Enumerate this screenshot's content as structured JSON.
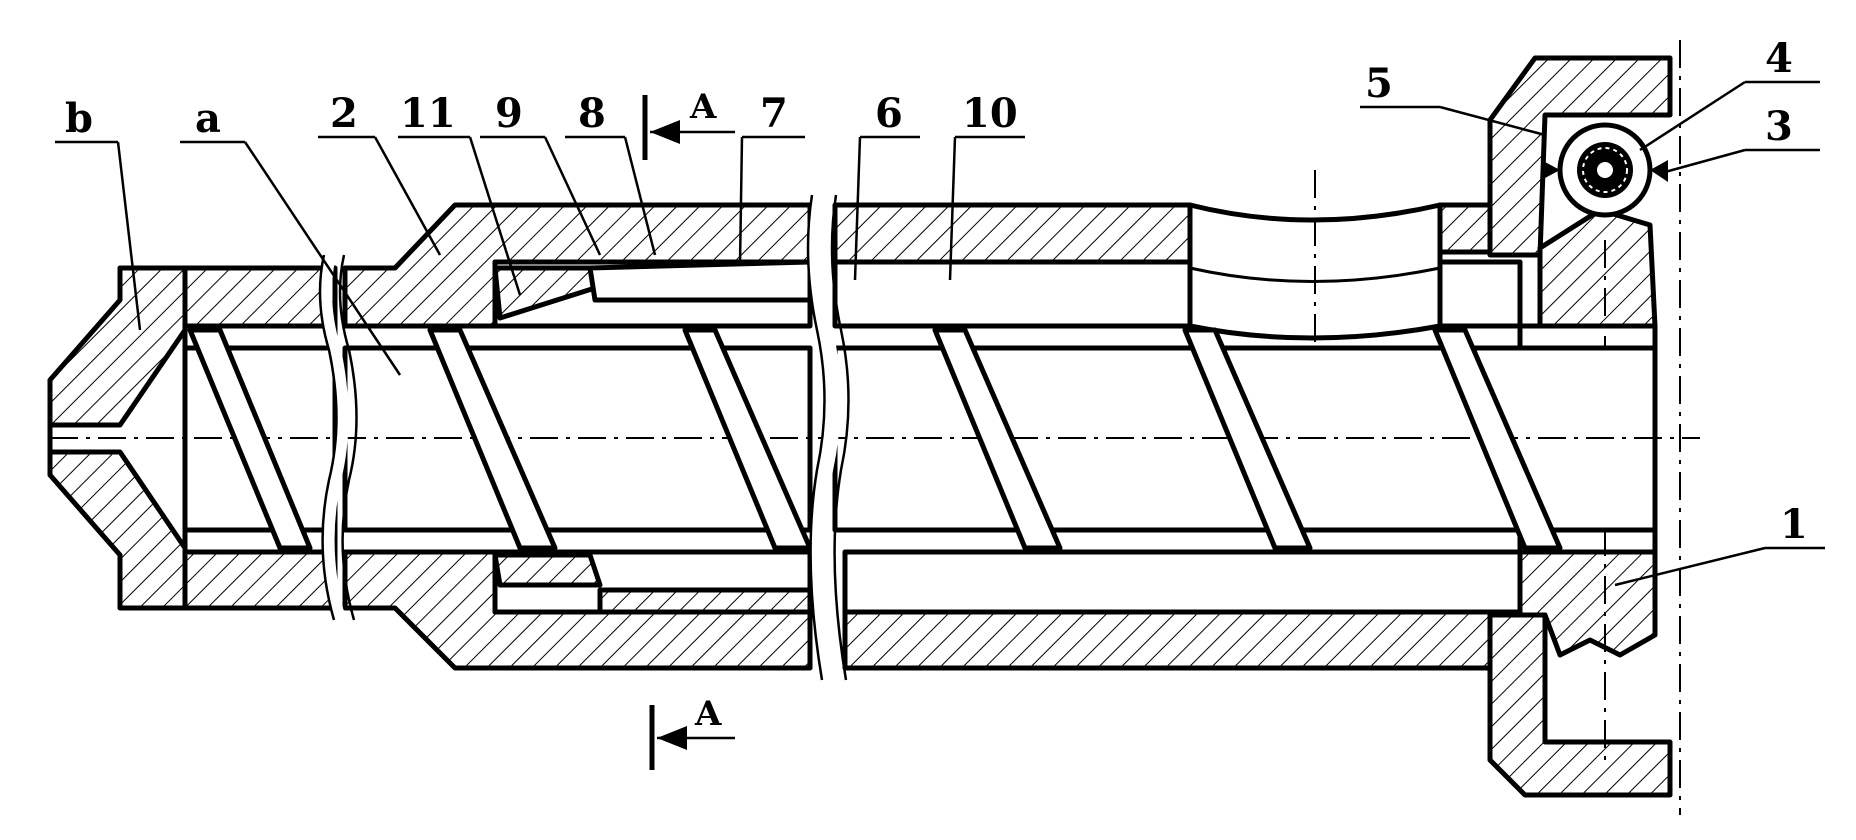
{
  "figure": {
    "part_labels": [
      "b",
      "a",
      "2",
      "11",
      "9",
      "8",
      "7",
      "6",
      "10",
      "5",
      "4",
      "3",
      "1"
    ],
    "section_label_top": "A",
    "section_label_bottom": "A"
  }
}
